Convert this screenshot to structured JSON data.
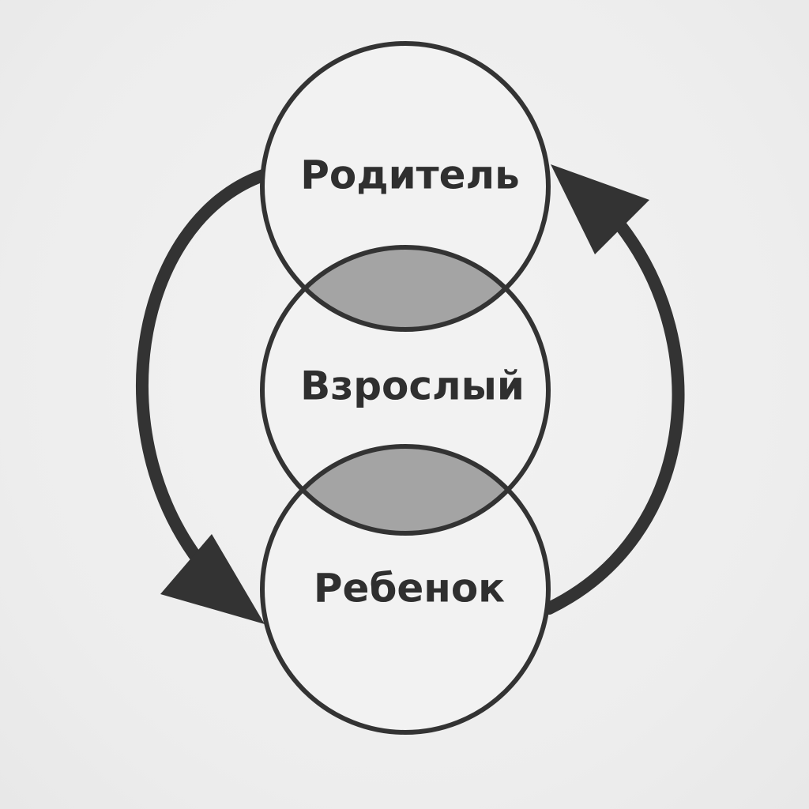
{
  "diagram": {
    "nodes": {
      "top": {
        "label": "Родитель"
      },
      "middle": {
        "label": "Взрослый"
      },
      "bottom": {
        "label": "Ребенок"
      }
    },
    "colors": {
      "background": "#efefef",
      "circle_fill": "#f2f2f2",
      "overlap_fill": "#a4a4a4",
      "stroke": "#333333",
      "text": "#2f2f2f"
    },
    "arrows": {
      "left": "top-to-bottom",
      "right": "bottom-to-top"
    }
  }
}
